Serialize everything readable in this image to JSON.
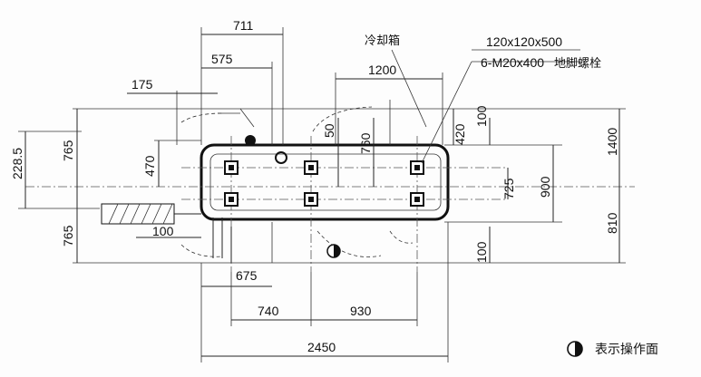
{
  "dimensions": {
    "top": [
      "711",
      "575",
      "175"
    ],
    "cooling_label": "冷却箱",
    "bolt_spec_1": "120x120x500",
    "bolt_spec_2": "6-M20x400",
    "bolt_spec_2_suffix": "地脚螺栓",
    "d1200": "1200",
    "d50": "50",
    "d760": "760",
    "d420": "420",
    "d100_top": "100",
    "d1400": "1400",
    "d725": "725",
    "d900": "900",
    "d810": "810",
    "d100_right": "100",
    "d228": "228.5",
    "d765_top": "765",
    "d470": "470",
    "d765_bottom": "765",
    "d100_left": "100",
    "d675": "675",
    "d740": "740",
    "d930": "930",
    "d2450": "2450"
  },
  "legend": {
    "label": "表示操作面"
  },
  "colors": {
    "ink": "#111111",
    "paper": "#fdfdfd"
  }
}
